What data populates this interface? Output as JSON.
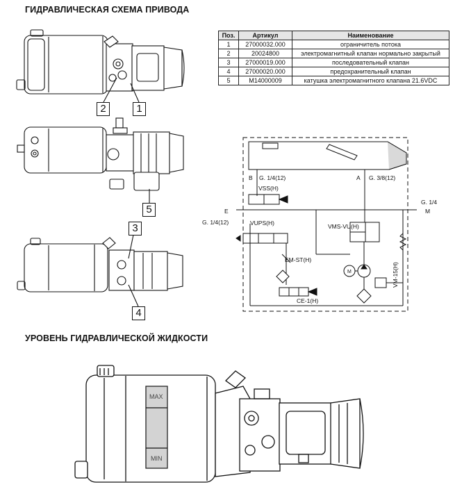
{
  "headings": {
    "scheme": "ГИДРАВЛИЧЕСКАЯ СХЕМА ПРИВОДА",
    "fluid_level": "УРОВЕНЬ ГИДРАВЛИЧЕСКОЙ ЖИДКОСТИ"
  },
  "parts_table": {
    "headers": [
      "Поз.",
      "Артикул",
      "Наименование"
    ],
    "rows": [
      [
        "1",
        "27000032.000",
        "ограничитель потока"
      ],
      [
        "2",
        "20024800",
        "электромагнитный клапан нормально закрытый"
      ],
      [
        "3",
        "27000019.000",
        "последовательный клапан"
      ],
      [
        "4",
        "27000020.000",
        "предохранительный клапан"
      ],
      [
        "5",
        "M14000009",
        "катушка электромагнитного клапана 21.6VDC"
      ]
    ]
  },
  "callouts": {
    "c1": "1",
    "c2": "2",
    "c3": "3",
    "c4": "4",
    "c5": "5"
  },
  "schematic": {
    "port_b": "B",
    "port_a": "A",
    "port_e": "E",
    "port_m": "M",
    "thread_b": "G. 1/4(12)",
    "thread_a": "G. 3/8(12)",
    "thread_e": "G. 1/4(12)",
    "thread_m": "G. 1/4",
    "vss": "VSS(H)",
    "vups": "VUPS(H)",
    "vms": "VMS-VU(H)",
    "emst": "EM-ST(H)",
    "ce": "CE-1(H)",
    "vm": "VM-15(H)",
    "motor": "M"
  },
  "level_labels": {
    "max": "MAX",
    "min": "MIN"
  }
}
